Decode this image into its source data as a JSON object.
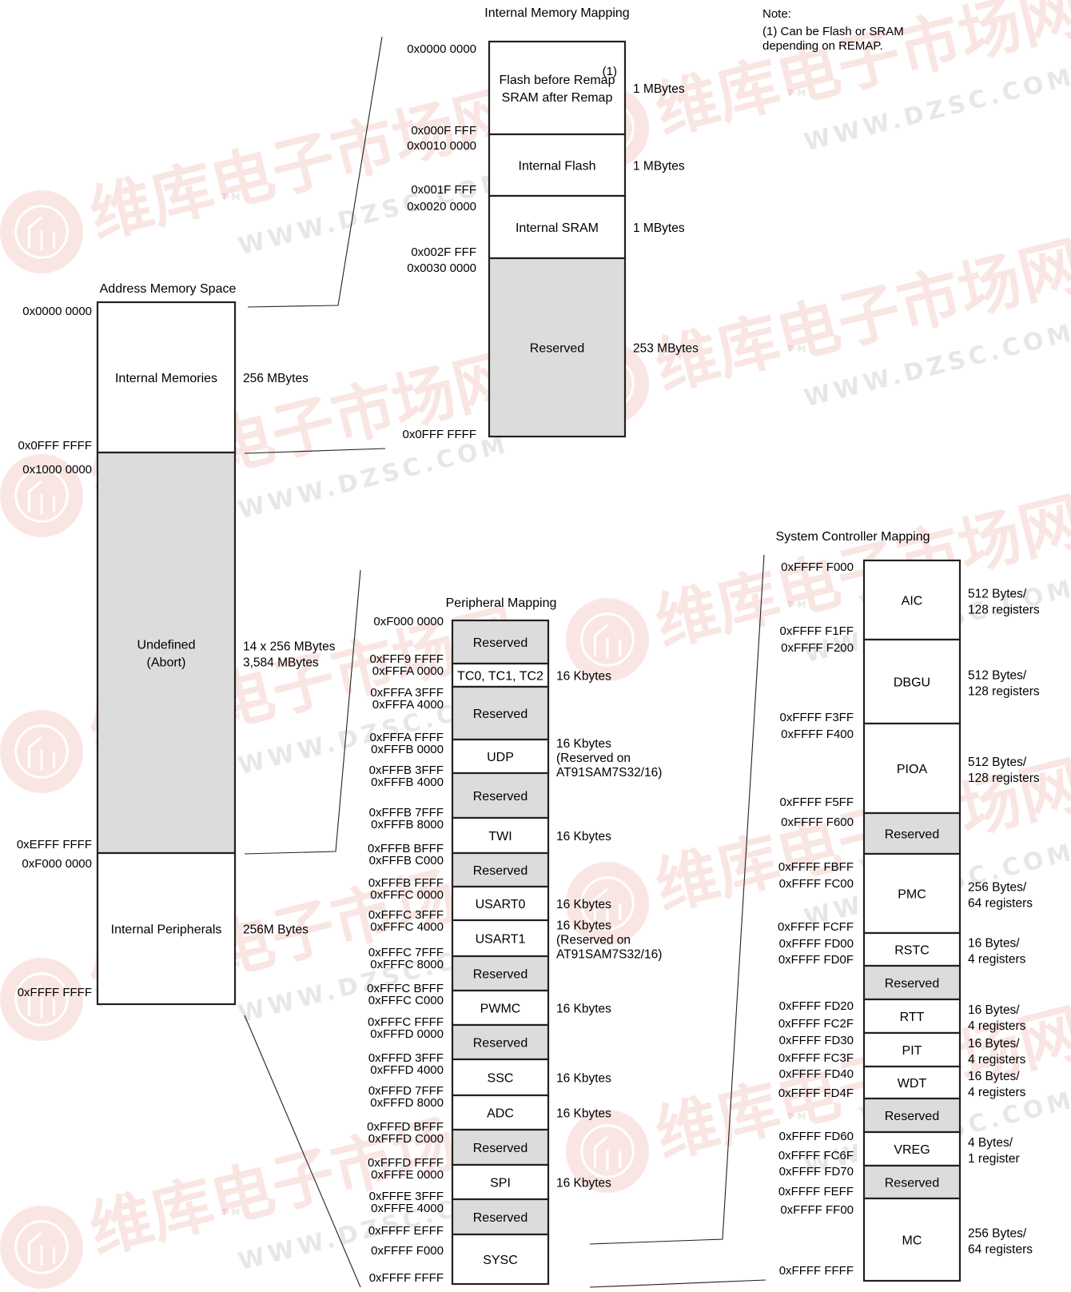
{
  "colors": {
    "white": "#ffffff",
    "reserved_fill": "#dcdcdd",
    "ink": "#231f20",
    "watermark": "#d9472b"
  },
  "watermark": {
    "cn": "维库电子市场网",
    "url": "WWW.DZSC.COM",
    "tm": "TM",
    "icon": "dzsc-logo-icon"
  },
  "note": {
    "line1": "Note:",
    "line2": "(1) Can be Flash or SRAM",
    "line3": "depending on  REMAP."
  },
  "address_space": {
    "title": "Address Memory Space",
    "blocks": [
      {
        "name": "Internal Memories",
        "size": "256 MBytes",
        "reserved": false
      },
      {
        "name": "Undefined",
        "name2": "(Abort)",
        "size": "14 x 256 MBytes",
        "size2": "3,584 MBytes",
        "reserved": true
      },
      {
        "name": "Internal Peripherals",
        "size": "256M Bytes",
        "reserved": false
      }
    ],
    "addresses": [
      "0x0000 0000",
      "0x0FFF FFFF",
      "0x1000 0000",
      "0xEFFF FFFF",
      "0xF000 0000",
      "0xFFFF FFFF"
    ]
  },
  "internal_memory": {
    "title": "Internal Memory Mapping",
    "blocks": [
      {
        "name": "Flash before Remap",
        "name2": "SRAM after Remap",
        "superscript": "(1)",
        "size": "1 MBytes",
        "reserved": false
      },
      {
        "name": "Internal Flash",
        "size": "1 MBytes",
        "reserved": false
      },
      {
        "name": "Internal SRAM",
        "size": "1 MBytes",
        "reserved": false
      },
      {
        "name": "Reserved",
        "size": "253 MBytes",
        "reserved": true
      }
    ],
    "addresses": [
      "0x0000 0000",
      "0x000F FFF",
      "0x0010 0000",
      "0x001F FFF",
      "0x0020 0000",
      "0x002F FFF",
      "0x0030 0000",
      "0x0FFF FFFF"
    ]
  },
  "peripheral": {
    "title": "Peripheral Mapping",
    "blocks": [
      {
        "name": "Reserved",
        "size": "",
        "reserved": true
      },
      {
        "name": "TC0, TC1, TC2",
        "size": "16 Kbytes",
        "reserved": false
      },
      {
        "name": "Reserved",
        "size": "",
        "reserved": true
      },
      {
        "name": "UDP",
        "size": "16 Kbytes",
        "size2": "(Reserved on",
        "size3": "AT91SAM7S32/16)",
        "reserved": false
      },
      {
        "name": "Reserved",
        "size": "",
        "reserved": true
      },
      {
        "name": "TWI",
        "size": "16 Kbytes",
        "reserved": false
      },
      {
        "name": "Reserved",
        "size": "",
        "reserved": true
      },
      {
        "name": "USART0",
        "size": "16 Kbytes",
        "reserved": false
      },
      {
        "name": "USART1",
        "size": "16 Kbytes",
        "size2": "(Reserved on",
        "size3": "AT91SAM7S32/16)",
        "reserved": false
      },
      {
        "name": "Reserved",
        "size": "",
        "reserved": true
      },
      {
        "name": "PWMC",
        "size": "16 Kbytes",
        "reserved": false
      },
      {
        "name": "Reserved",
        "size": "",
        "reserved": true
      },
      {
        "name": "SSC",
        "size": "16 Kbytes",
        "reserved": false
      },
      {
        "name": "ADC",
        "size": "16 Kbytes",
        "reserved": false
      },
      {
        "name": "Reserved",
        "size": "",
        "reserved": true
      },
      {
        "name": "SPI",
        "size": "16 Kbytes",
        "reserved": false
      },
      {
        "name": "Reserved",
        "size": "",
        "reserved": true
      },
      {
        "name": "SYSC",
        "size": "",
        "reserved": false
      }
    ],
    "addresses": [
      "0xF000 0000",
      "0xFFF9 FFFF",
      "0xFFFA 0000",
      "0xFFFA 3FFF",
      "0xFFFA 4000",
      "0xFFFA FFFF",
      "0xFFFB 0000",
      "0xFFFB 3FFF",
      "0xFFFB 4000",
      "0xFFFB 7FFF",
      "0xFFFB 8000",
      "0xFFFB BFFF",
      "0xFFFB C000",
      "0xFFFB FFFF",
      "0xFFFC 0000",
      "0xFFFC 3FFF",
      "0xFFFC 4000",
      "0xFFFC 7FFF",
      "0xFFFC 8000",
      "0xFFFC BFFF",
      "0xFFFC C000",
      "0xFFFC FFFF",
      "0xFFFD 0000",
      "0xFFFD 3FFF",
      "0xFFFD 4000",
      "0xFFFD 7FFF",
      "0xFFFD 8000",
      "0xFFFD BFFF",
      "0xFFFD C000",
      "0xFFFD FFFF",
      "0xFFFE 0000",
      "0xFFFE 3FFF",
      "0xFFFE 4000",
      "0xFFFF EFFF",
      "0xFFFF F000",
      "0xFFFF FFFF"
    ]
  },
  "system_controller": {
    "title": "System Controller Mapping",
    "blocks": [
      {
        "name": "AIC",
        "size": "512 Bytes/",
        "size2": "128 registers",
        "reserved": false
      },
      {
        "name": "DBGU",
        "size": "512 Bytes/",
        "size2": "128 registers",
        "reserved": false
      },
      {
        "name": "PIOA",
        "size": "512 Bytes/",
        "size2": "128 registers",
        "reserved": false
      },
      {
        "name": "Reserved",
        "size": "",
        "reserved": true
      },
      {
        "name": "PMC",
        "size": "256 Bytes/",
        "size2": "64 registers",
        "reserved": false
      },
      {
        "name": "RSTC",
        "size": "16 Bytes/",
        "size2": "4 registers",
        "reserved": false
      },
      {
        "name": "Reserved",
        "size": "",
        "reserved": true
      },
      {
        "name": "RTT",
        "size": "16 Bytes/",
        "size2": "4 registers",
        "reserved": false
      },
      {
        "name": "PIT",
        "size": "16 Bytes/",
        "size2": "4 registers",
        "reserved": false
      },
      {
        "name": "WDT",
        "size": "16 Bytes/",
        "size2": "4 registers",
        "reserved": false
      },
      {
        "name": "Reserved",
        "size": "",
        "reserved": true
      },
      {
        "name": "VREG",
        "size": "4 Bytes/",
        "size2": "1 register",
        "reserved": false
      },
      {
        "name": "Reserved",
        "size": "",
        "reserved": true
      },
      {
        "name": "MC",
        "size": "256 Bytes/",
        "size2": "64 registers",
        "reserved": false
      }
    ],
    "addresses": [
      "0xFFFF F000",
      "0xFFFF F1FF",
      "0xFFFF F200",
      "0xFFFF F3FF",
      "0xFFFF F400",
      "0xFFFF F5FF",
      "0xFFFF F600",
      "0xFFFF FBFF",
      "0xFFFF FC00",
      "0xFFFF FCFF",
      "0xFFFF FD00",
      "0xFFFF FD0F",
      "0xFFFF FD20",
      "0xFFFF FC2F",
      "0xFFFF FD30",
      "0xFFFF FC3F",
      "0xFFFF FD40",
      "0xFFFF FD4F",
      "0xFFFF FD60",
      "0xFFFF FC6F",
      "0xFFFF FD70",
      "0xFFFF FEFF",
      "0xFFFF FF00",
      "0xFFFF FFFF"
    ]
  }
}
